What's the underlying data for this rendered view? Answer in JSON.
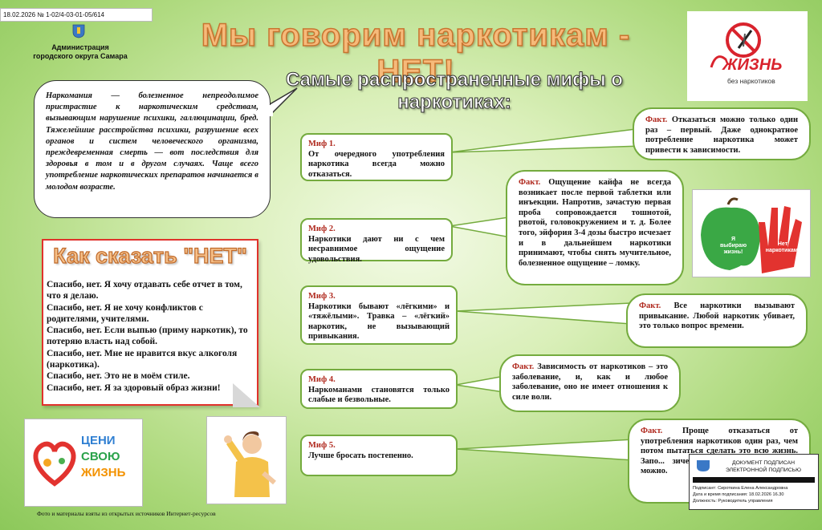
{
  "header": {
    "doc_number": "18.02.2026 № 1-02/4-03-01-05/614",
    "admin_line1": "Администрация",
    "admin_line2": "городского округа Самара",
    "title": "Мы говорим наркотикам - НЕТ!",
    "subtitle": "Самые распространенные мифы о наркотиках:"
  },
  "logo": {
    "word": "ЖИЗНЬ",
    "tagline": "без наркотиков",
    "icon": "no-drugs-icon"
  },
  "definition": "Наркомания — болезненное непреодолимое пристрастие к наркотическим средствам, вызывающим нарушение психики, галлюцинации, бред. Тяжелейшие расстройства психики, разрушение всех органов и систем человеческого организма, преждевременная смерть — вот последствия для здоровья в том и в другом случаях. Чаще всего употребление наркотических препаратов начинается в молодом возрасте.",
  "say_no": {
    "title": "Как сказать \"НЕТ\"",
    "lines": [
      "Спасибо, нет. Я хочу отдавать себе отчет в том, что я делаю.",
      "Спасибо, нет. Я не хочу конфликтов с родителями, учителями.",
      "Спасибо, нет. Если выпью (приму наркотик), то потеряю власть над собой.",
      "Спасибо, нет. Мне не нравится вкус алкоголя (наркотика).",
      "Спасибо, нет. Это не в моём стиле.",
      "Спасибо, нет. Я за здоровый образ жизни!"
    ]
  },
  "myths": [
    {
      "label": "Миф 1.",
      "text": "От очередного употребления наркотика всегда можно отказаться."
    },
    {
      "label": "Миф 2.",
      "text": "Наркотики дают ни с чем несравнимое ощущение удовольствия."
    },
    {
      "label": "Миф 3.",
      "text": "Наркотики бывают «лёгкими» и «тяжёлыми». Травка – «лёгкий» наркотик, не вызывающий привыкания."
    },
    {
      "label": "Миф 4.",
      "text": "Наркоманами становятся только слабые и безвольные."
    },
    {
      "label": "Миф 5.",
      "text": "Лучше бросать постепенно."
    }
  ],
  "facts": [
    {
      "label": "Факт.",
      "text": "Отказаться можно только один раз – первый. Даже однократное потребление наркотика может привести к зависимости."
    },
    {
      "label": "Факт.",
      "text": "Ощущение кайфа не всегда возникает после первой таблетки или инъекции. Напротив, зачастую первая проба сопровождается тошнотой, рвотой, головокружением и т. д. Более того, эйфория 3-4 дозы быстро исчезает и в дальнейшем наркотики принимают, чтобы снять мучительное, болезненное ощущение – ломку."
    },
    {
      "label": "Факт.",
      "text": "Все наркотики вызывают привыкание. Любой наркотик убивает, это только вопрос времени."
    },
    {
      "label": "Факт.",
      "text": "Зависимость от наркотиков – это заболевание, и, как и любое заболевание, оно не имеет отношения к силе воли."
    },
    {
      "label": "Факт.",
      "text": "Проще отказаться от употребления наркотиков один раз, чем потом пытаться сделать это всю жизнь. Запо... зическую за... чее. Но пси... можно."
    }
  ],
  "pictures": {
    "value_life_line1": "ЦЕНИ",
    "value_life_line2": "СВОЮ",
    "value_life_line3": "ЖИЗНЬ",
    "apple_text1": "Я",
    "apple_text2": "выбираю",
    "apple_text3": "жизнь!",
    "hand_text1": "Нет",
    "hand_text2": "наркотикам!"
  },
  "footnote": "Фото и материалы взяты из открытых источников Интернет-ресурсов",
  "stamp": {
    "title_line1": "ДОКУМЕНТ ПОДПИСАН",
    "title_line2": "ЭЛЕКТРОННОЙ ПОДПИСЬЮ",
    "signer": "Подписант: Сироткина Елена Александровна",
    "date": "Дата и время подписания: 18.02.2026 16.30",
    "position": "Должность: Руководитель управления"
  },
  "colors": {
    "background": "#a9d777",
    "border_green": "#74ab3e",
    "label_red": "#b02a1f",
    "title_orange": "#f6ba7a",
    "say_no_border": "#e0322c"
  }
}
